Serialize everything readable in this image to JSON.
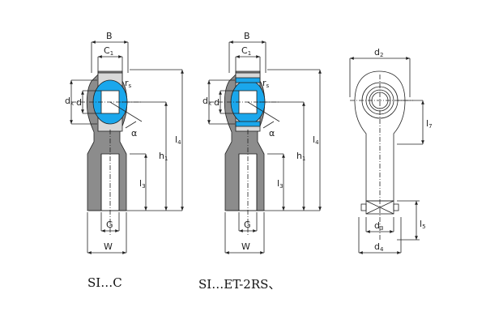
{
  "colors": {
    "body": "#8c8c8c",
    "ball": "#d8d8d8",
    "seal": "#1aa7ec",
    "line": "#222222"
  },
  "captions": {
    "left": "SI…C",
    "right": "SI…ET-2RS、"
  },
  "labels": {
    "B": "B",
    "C": "C",
    "C_sub": "1",
    "rs": "r",
    "rs_sub": "s",
    "dk": "d",
    "dk_sub": "k",
    "d": "d",
    "alpha": "α",
    "h": "h",
    "h_sub": "1",
    "l3": "l",
    "l3_sub": "3",
    "l4": "l",
    "l4_sub": "4",
    "G": "G",
    "W": "W",
    "d2": "d",
    "d2_sub": "2",
    "l7": "l",
    "l7_sub": "7",
    "d3": "d",
    "d3_sub": "3",
    "d4": "d",
    "d4_sub": "4",
    "l5": "l",
    "l5_sub": "5"
  }
}
